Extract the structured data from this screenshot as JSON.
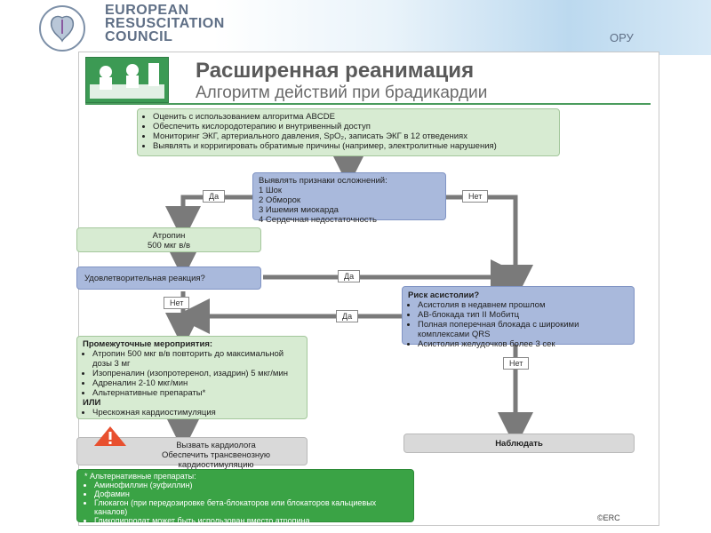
{
  "header": {
    "org_line1": "EUROPEAN",
    "org_line2": "RESUSCITATION",
    "org_line3": "COUNCIL",
    "page_number": "ОРУ"
  },
  "poster": {
    "title": "Расширенная реанимация",
    "subtitle": "Алгоритм действий при брадикардии"
  },
  "assess_box": {
    "items": [
      "Оценить с использованием алгоритма ABCDE",
      "Обеспечить кислородотерапию и внутривенный доступ",
      "Мониторинг ЭКГ, артериального давления, SpO₂, записать ЭКГ в 12 отведениях",
      "Выявлять и корригировать обратимые причины (например, электролитные нарушения)"
    ]
  },
  "signs_box": {
    "heading": "Выявлять признаки осложнений:",
    "items": [
      "1  Шок",
      "2  Обморок",
      "3  Ишемия миокарда",
      "4  Сердечная недостаточность"
    ]
  },
  "labels": {
    "yes": "Да",
    "no": "Нет"
  },
  "atropine_box": {
    "line1": "Атропин",
    "line2": "500 мкг в/в"
  },
  "response_box": {
    "text": "Удовлетворительная реакция?"
  },
  "asystole_box": {
    "heading": "Риск асистолии?",
    "items": [
      "Асистолия в недавнем прошлом",
      "АВ-блокада тип II Мобитц",
      "Полная поперечная блокада с широкими комплексами QRS",
      "Асистолия желудочков более 3 сек"
    ]
  },
  "interim_box": {
    "heading": "Промежуточные мероприятия:",
    "items": [
      "Атропин 500 мкг в/в повторить до максимальной дозы 3 мг",
      "Изопреналин (изопротеренол, изадрин) 5 мкг/мин",
      "Адреналин 2-10 мкг/мин",
      "Альтернативные препараты*"
    ],
    "or": "ИЛИ",
    "pacing": "Чрескожная кардиостимуляция"
  },
  "call_box": {
    "line1": "Вызвать кардиолога",
    "line2": "Обеспечить трансвенозную",
    "line3": "кардиостимуляцию"
  },
  "observe_box": {
    "text": "Наблюдать"
  },
  "alternatives_box": {
    "heading": "* Альтернативные препараты:",
    "items": [
      "Аминофиллин (эуфиллин)",
      "Дофамин",
      "Глюкагон (при передозировке бета-блокаторов или блокаторов кальциевых каналов)",
      "Гликопирролат может быть использован вместо атропина"
    ]
  },
  "footer": {
    "erc_mark": "©ERC"
  },
  "colors": {
    "green_box": "#d7ebd2",
    "blue_box": "#a9b9dc",
    "dark_green": "#3aa345",
    "arrow": "#7a7a7a",
    "title_gray": "#5a5a5a"
  },
  "icons": [
    "erc-logo-icon",
    "team-illustration-icon",
    "warning-triangle-icon"
  ]
}
